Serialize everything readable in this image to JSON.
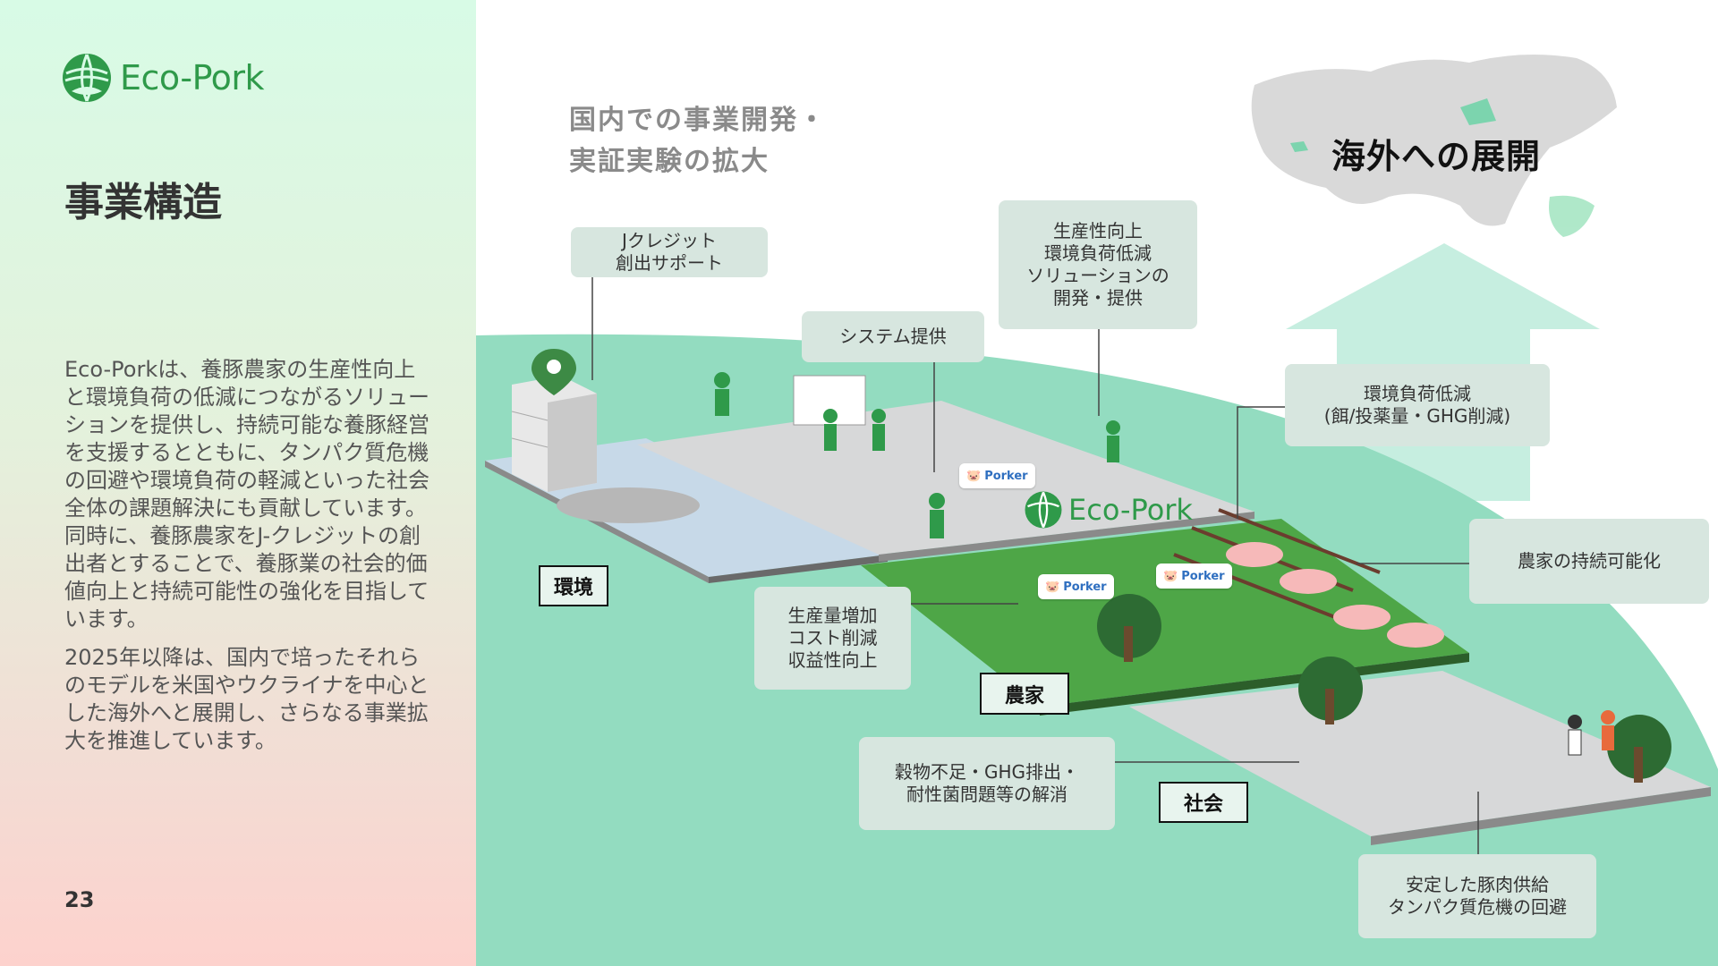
{
  "logo": {
    "text": "Eco-Pork"
  },
  "page_title": "事業構造",
  "body": {
    "paragraph1": "Eco-Porkは、養豚農家の生産性向上と環境負荷の低減につながるソリューションを提供し、持続可能な養豚経営を支援するとともに、タンパク質危機の回避や環境負荷の軽減といった社会全体の課題解決にも貢献しています。同時に、養豚農家をJ-クレジットの創出者とすることで、養豚業の社会的価値向上と持続可能性の強化を目指しています。",
    "paragraph2": "2025年以降は、国内で培ったそれらのモデルを米国やウクライナを中心とした海外へと展開し、さらなる事業拡大を推進しています。"
  },
  "page_number": "23",
  "diagram": {
    "domestic_title": "国内での事業開発・\n実証実験の拡大",
    "overseas_title": "海外への展開",
    "center_logo": "Eco-Pork",
    "porker_badge": "Porker",
    "labels": {
      "j_credit": "Jクレジット\n創出サポート",
      "system": "システム提供",
      "productivity": "生産性向上\n環境負荷低減\nソリューションの\n開発・提供",
      "env_reduction": "環境負荷低減\n(餌/投薬量・GHG削減)",
      "farm_sustain": "農家の持続可能化",
      "production": "生産量増加\nコスト削減\n収益性向上",
      "grain": "穀物不足・GHG排出・\n耐性菌問題等の解消",
      "supply": "安定した豚肉供給\nタンパク質危機の回避"
    },
    "categories": {
      "environment": "環境",
      "farmer": "農家",
      "society": "社会"
    }
  },
  "colors": {
    "brand_green": "#2f9a4a",
    "mint_ground": "#93dcc0",
    "label_bg": "#d7e6df"
  }
}
